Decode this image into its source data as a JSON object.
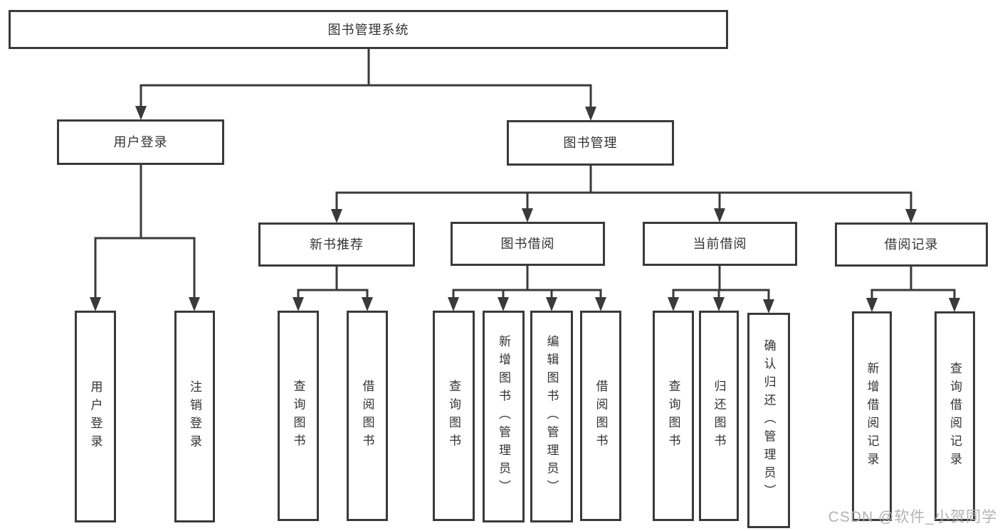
{
  "colors": {
    "line": "#3a3a3a",
    "box_border": "#3a3a3a",
    "box_fill": "#ffffff",
    "text": "#333333",
    "watermark": "#afafaf",
    "background": "#ffffff"
  },
  "watermark": {
    "text": "CSDN @软件_小贺同学"
  },
  "tree": {
    "id": "root",
    "label": "图书管理系统",
    "children": [
      {
        "id": "user-login",
        "label": "用户登录",
        "children": [
          {
            "id": "ul-login",
            "label": "用户登录"
          },
          {
            "id": "ul-logout",
            "label": "注销登录"
          }
        ]
      },
      {
        "id": "book-mgmt",
        "label": "图书管理",
        "children": [
          {
            "id": "new-book-rec",
            "label": "新书推荐",
            "children": [
              {
                "id": "nb-query",
                "label": "查询图书"
              },
              {
                "id": "nb-borrow",
                "label": "借阅图书"
              }
            ]
          },
          {
            "id": "book-borrow",
            "label": "图书借阅",
            "children": [
              {
                "id": "bb-query",
                "label": "查询图书"
              },
              {
                "id": "bb-add",
                "label": "新增图书（管理员）"
              },
              {
                "id": "bb-edit",
                "label": "编辑图书（管理员）"
              },
              {
                "id": "bb-borrow",
                "label": "借阅图书"
              }
            ]
          },
          {
            "id": "current-borrow",
            "label": "当前借阅",
            "children": [
              {
                "id": "cb-query",
                "label": "查询图书"
              },
              {
                "id": "cb-return",
                "label": "归还图书"
              },
              {
                "id": "cb-confirm",
                "label": "确认归还（管理员）"
              }
            ]
          },
          {
            "id": "borrow-records",
            "label": "借阅记录",
            "children": [
              {
                "id": "br-add",
                "label": "新增借阅记录"
              },
              {
                "id": "br-query",
                "label": "查询借阅记录"
              }
            ]
          }
        ]
      }
    ]
  }
}
